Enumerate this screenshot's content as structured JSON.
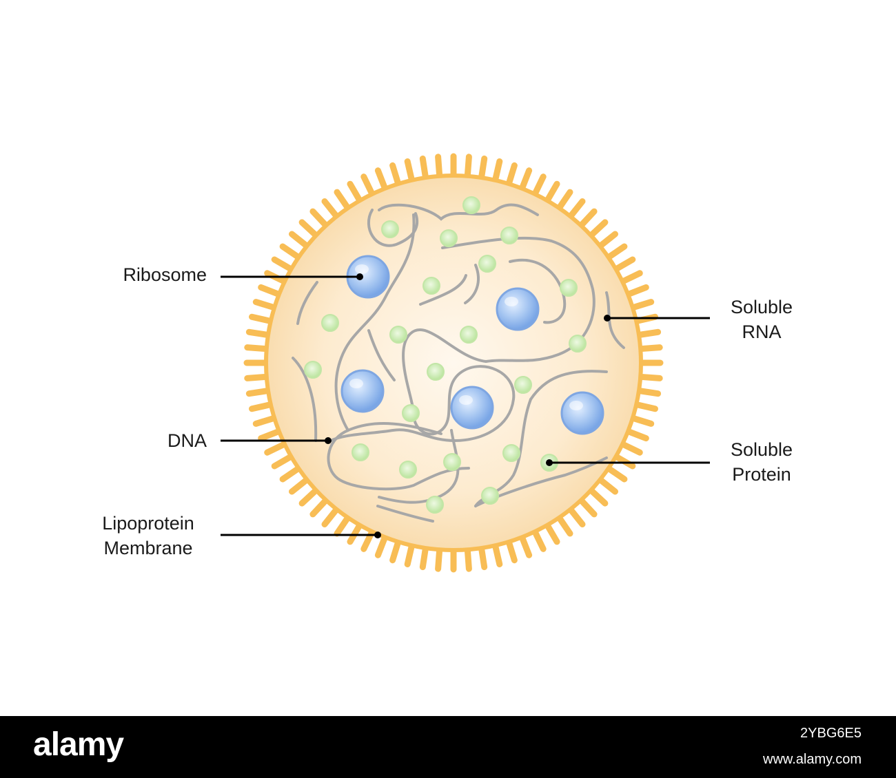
{
  "labels": {
    "ribosome": "Ribosome",
    "dna": "DNA",
    "lipoprotein_line1": "Lipoprotein",
    "lipoprotein_line2": "Membrane",
    "soluble_rna_line1": "Soluble",
    "soluble_rna_line2": "RNA",
    "soluble_protein_line1": "Soluble",
    "soluble_protein_line2": "Protein"
  },
  "watermark": {
    "brand": "alamy",
    "image_id": "2YBG6E5",
    "url": "www.alamy.com"
  },
  "colors": {
    "membrane": "#f8bd55",
    "cytoplasm_center": "#fff6ea",
    "cytoplasm_edge": "#fbe3bd",
    "ribosome": "#8ab4ec",
    "soluble_protein": "#c9e9b0",
    "dna_strand": "#a9a9a9",
    "leader_line": "#000000"
  }
}
